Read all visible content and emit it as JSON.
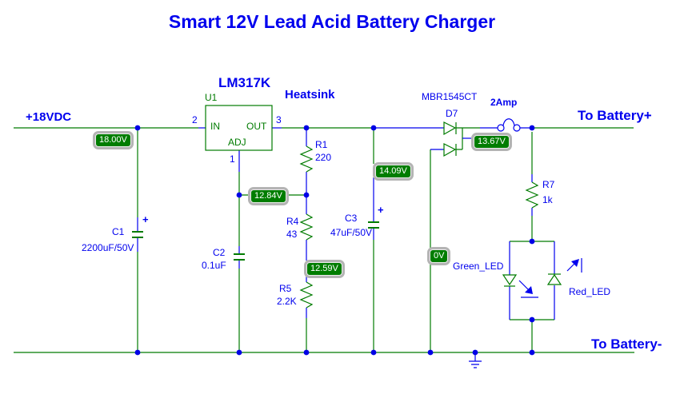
{
  "title": "Smart 12V Lead Acid Battery Charger",
  "colors": {
    "wire_green": "#007B00",
    "annotation_blue": "#0000EE",
    "probe_background": "#007D00",
    "probe_text": "#FFFFFF"
  },
  "nets": {
    "input": "+18VDC",
    "battery_plus": "To Battery+",
    "battery_minus": "To Battery-"
  },
  "regulator": {
    "ref": "U1",
    "part": "LM317K",
    "note": "Heatsink",
    "pin_in_label": "IN",
    "pin_out_label": "OUT",
    "pin_adj_label": "ADJ",
    "pin_in_num": "2",
    "pin_out_num": "3",
    "pin_adj_num": "1"
  },
  "components": {
    "r1": {
      "ref": "R1",
      "value": "220"
    },
    "r4": {
      "ref": "R4",
      "value": "43"
    },
    "r5": {
      "ref": "R5",
      "value": "2.2K"
    },
    "r7": {
      "ref": "R7",
      "value": "1k"
    },
    "c1": {
      "ref": "C1",
      "value": "2200uF/50V",
      "polarity": "+"
    },
    "c2": {
      "ref": "C2",
      "value": "0.1uF"
    },
    "c3": {
      "ref": "C3",
      "value": "47uF/50V",
      "polarity": "+"
    },
    "d7": {
      "ref": "D7",
      "part": "MBR1545CT"
    },
    "fuse": {
      "rating": "2Amp"
    },
    "green_led": {
      "label": "Green_LED"
    },
    "red_led": {
      "label": "Red_LED"
    }
  },
  "probes": {
    "input_voltage": "18.00V",
    "adj_voltage": "12.84V",
    "divider_voltage": "12.59V",
    "output_voltage": "14.09V",
    "post_diode_voltage": "13.67V",
    "anode_voltage": "0V"
  }
}
